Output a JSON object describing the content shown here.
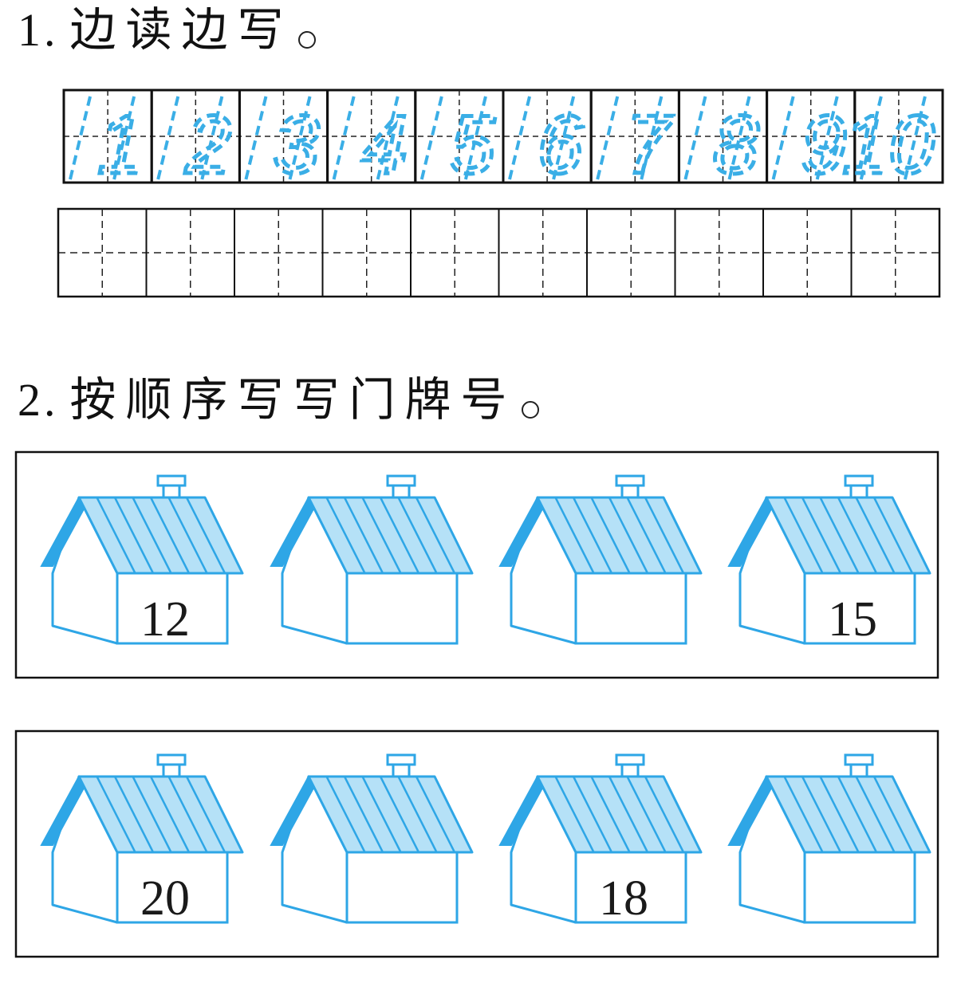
{
  "question1": {
    "number": "1.",
    "title": "边读边写",
    "trace_digits": [
      "1",
      "2",
      "3",
      "4",
      "5",
      "6",
      "7",
      "8",
      "9",
      "10"
    ],
    "practice_cells": 10
  },
  "question2": {
    "number": "2.",
    "title": "按顺序写写门牌号",
    "rows": [
      [
        "12",
        "",
        "",
        "15"
      ],
      [
        "20",
        "",
        "18",
        ""
      ]
    ]
  },
  "colors": {
    "trace_blue": "#3aaee6",
    "roof_fill": "#b5e1f7",
    "house_outline": "#2ea6e6",
    "ink": "#111111"
  }
}
